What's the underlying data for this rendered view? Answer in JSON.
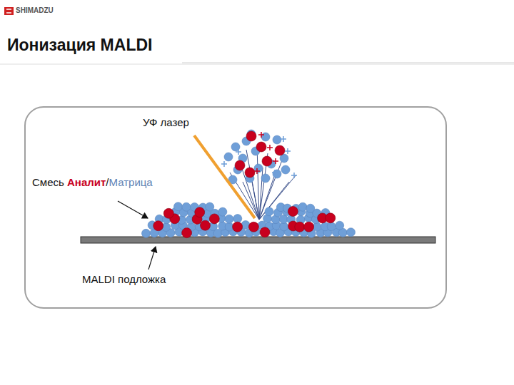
{
  "diagram": {
    "title": "Ионизация MALDI",
    "labels": [
      "SHIMADZU",
      "УФ лазер",
      "Смесь",
      "Аналит",
      "/",
      "Матрица",
      "MALDI подложка"
    ]
  }
}
